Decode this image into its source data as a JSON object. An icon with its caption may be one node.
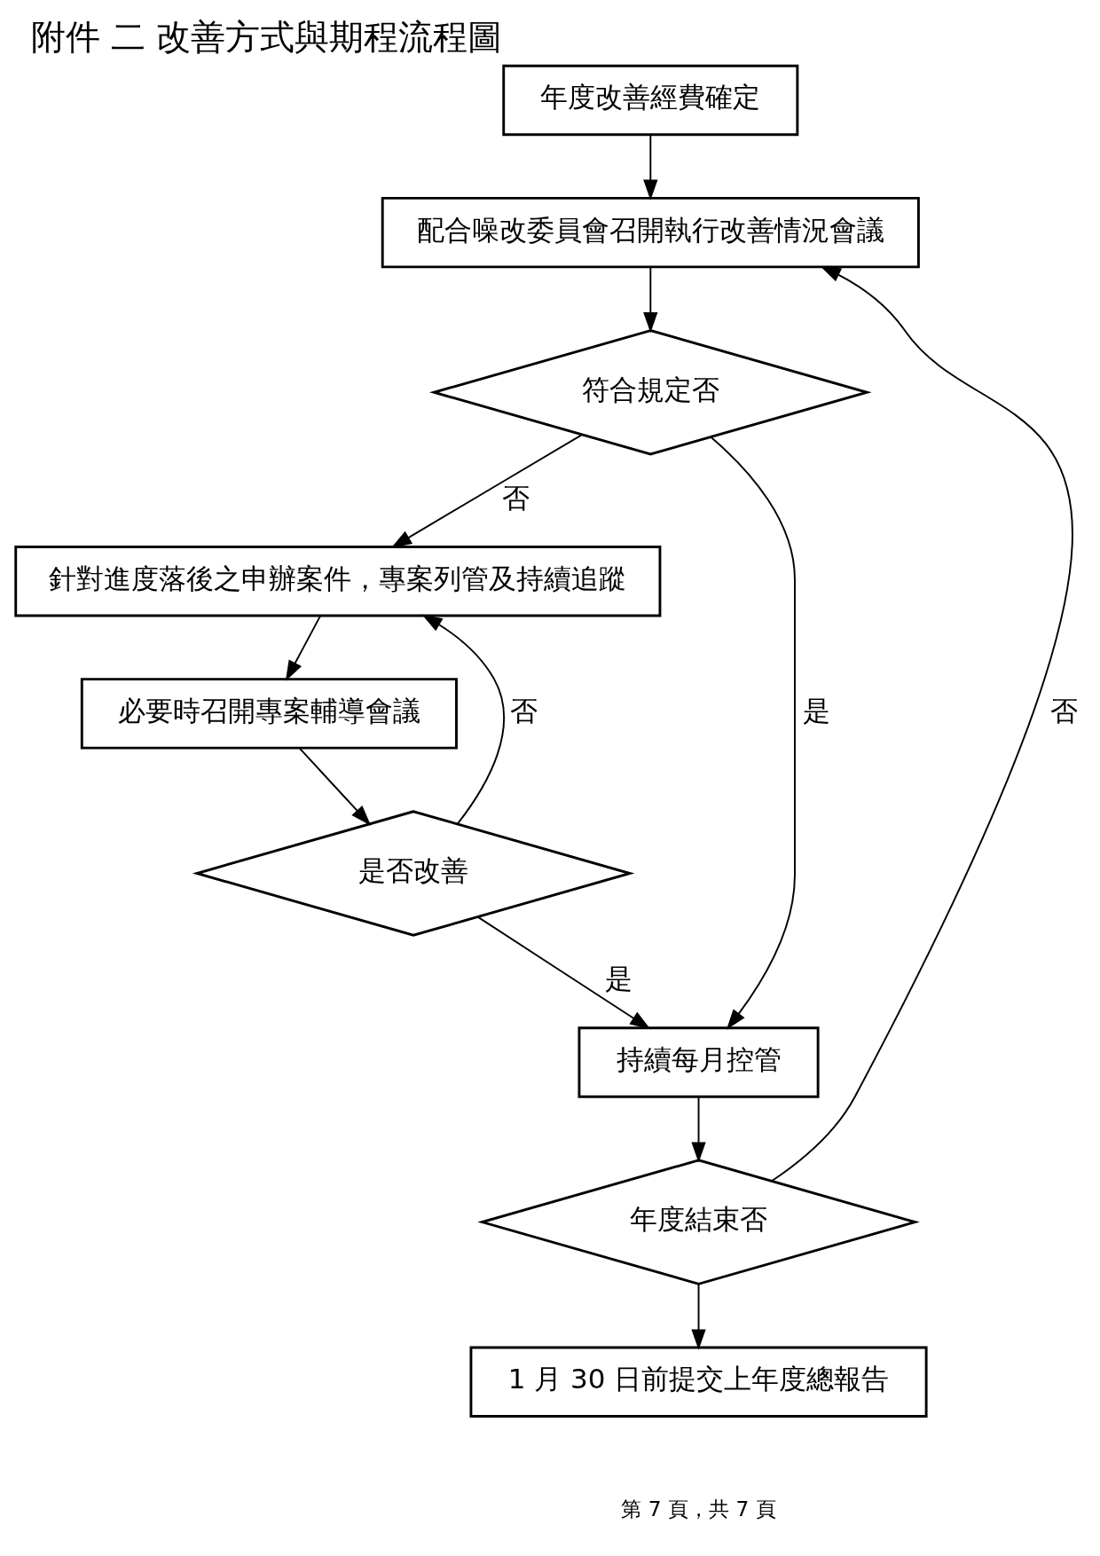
{
  "diagram": {
    "title": "附件 二 改善方式與期程流程圖",
    "nodes": [
      {
        "text": [
          "年度改善經費確定"
        ]
      },
      {
        "text": [
          "配合噪改委員會召開執行改善情況會議"
        ]
      },
      {
        "text": [
          "符合規定否"
        ]
      },
      {
        "text": [
          "針對進度落後之申辦案件，專案列管及持續追蹤"
        ]
      },
      {
        "text": [
          "必要時召開專案輔導會議"
        ]
      },
      {
        "text": [
          "是否改善"
        ]
      },
      {
        "text": [
          "持續每月控管"
        ]
      },
      {
        "text": [
          "年度結束否"
        ]
      },
      {
        "text": [
          "1 月 30 日前提交上年度總報告"
        ]
      }
    ],
    "edges": [
      {
        "from": 0,
        "to": 1,
        "arrow": "to"
      },
      {
        "from": 1,
        "to": 2,
        "arrow": "to"
      },
      {
        "from": 2,
        "to": 3,
        "arrow": "to",
        "label": "否"
      },
      {
        "from": 2,
        "to": 6,
        "arrow": "to",
        "label": "是"
      },
      {
        "from": 3,
        "to": 4,
        "arrow": "to"
      },
      {
        "from": 4,
        "to": 5,
        "arrow": "to"
      },
      {
        "from": 5,
        "to": 3,
        "arrow": "to",
        "label": "否"
      },
      {
        "from": 5,
        "to": 6,
        "arrow": "to",
        "label": "是"
      },
      {
        "from": 6,
        "to": 7,
        "arrow": "to"
      },
      {
        "from": 7,
        "to": 1,
        "arrow": "to",
        "label": "否"
      },
      {
        "from": 7,
        "to": 8,
        "arrow": "to"
      }
    ],
    "labels": [
      "第 7 頁，共 7 頁"
    ]
  }
}
